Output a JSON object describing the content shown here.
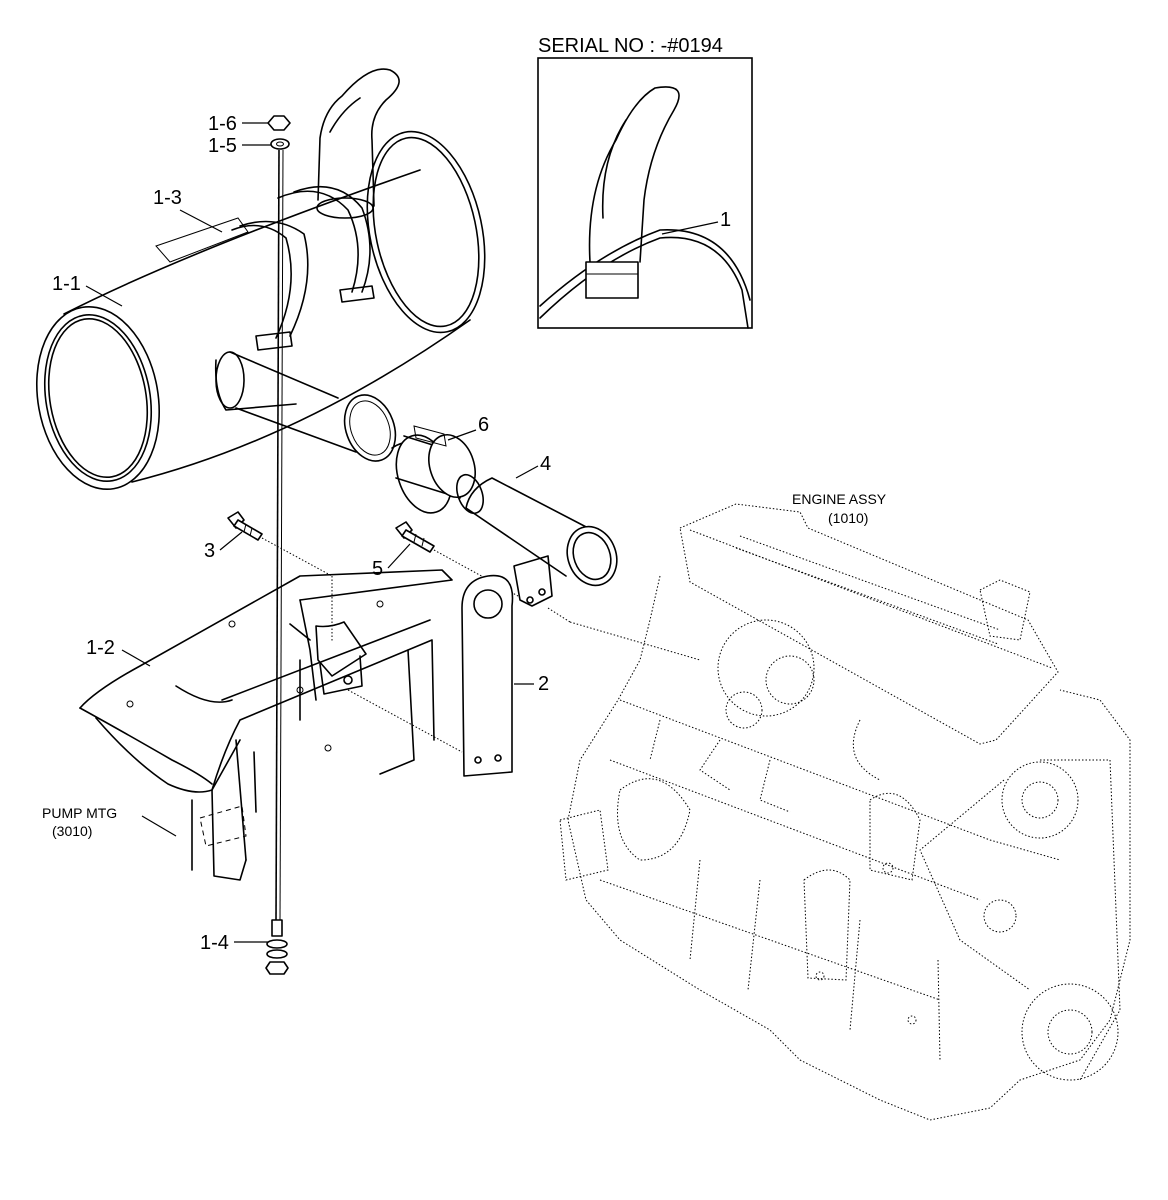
{
  "inset": {
    "title": "SERIAL NO : -#0194",
    "callout": "1"
  },
  "callouts": {
    "c1_6": "1-6",
    "c1_5": "1-5",
    "c1_3": "1-3",
    "c1_1": "1-1",
    "c6": "6",
    "c4": "4",
    "c3": "3",
    "c5": "5",
    "c1_2": "1-2",
    "c2": "2",
    "c1_4": "1-4"
  },
  "refs": {
    "engine": {
      "name": "ENGINE ASSY",
      "code": "(1010)"
    },
    "pump": {
      "name": "PUMP MTG",
      "code": "(3010)"
    }
  }
}
